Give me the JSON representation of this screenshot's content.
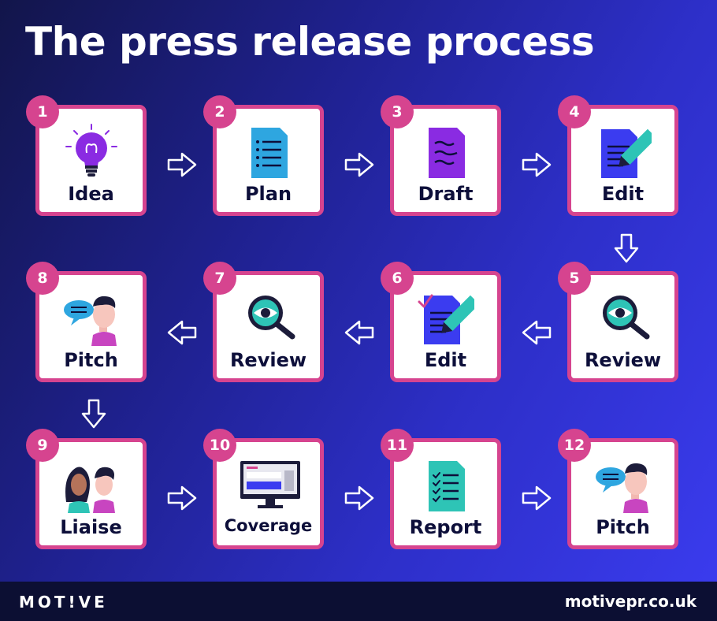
{
  "title": "The press release process",
  "steps": [
    {
      "num": "1",
      "label": "Idea",
      "icon": "lightbulb-icon"
    },
    {
      "num": "2",
      "label": "Plan",
      "icon": "document-list-icon"
    },
    {
      "num": "3",
      "label": "Draft",
      "icon": "draft-document-icon"
    },
    {
      "num": "4",
      "label": "Edit",
      "icon": "edit-document-icon"
    },
    {
      "num": "5",
      "label": "Review",
      "icon": "magnifier-eye-icon"
    },
    {
      "num": "6",
      "label": "Edit",
      "icon": "edit-checked-icon"
    },
    {
      "num": "7",
      "label": "Review",
      "icon": "magnifier-eye-icon"
    },
    {
      "num": "8",
      "label": "Pitch",
      "icon": "person-speech-icon"
    },
    {
      "num": "9",
      "label": "Liaise",
      "icon": "two-people-icon"
    },
    {
      "num": "10",
      "label": "Coverage",
      "icon": "monitor-icon"
    },
    {
      "num": "11",
      "label": "Report",
      "icon": "checklist-document-icon"
    },
    {
      "num": "12",
      "label": "Pitch",
      "icon": "person-speech-icon"
    }
  ],
  "footer": {
    "brand": "MOT!VE",
    "website": "motivepr.co.uk"
  },
  "colors": {
    "accent": "#d6448f",
    "purple": "#8a2be2",
    "blue": "#3b3cf0",
    "teal": "#2ec4b6",
    "navy": "#0c0f33"
  }
}
